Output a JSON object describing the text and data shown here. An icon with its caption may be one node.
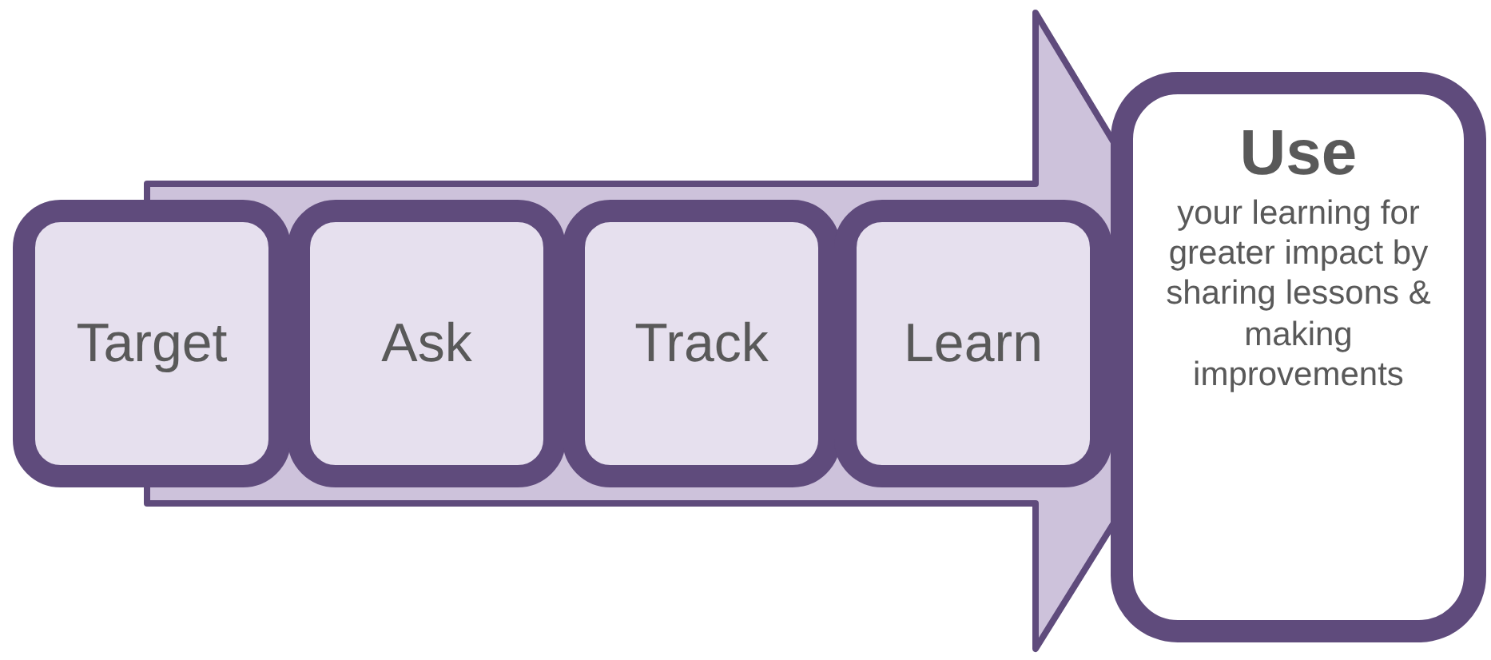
{
  "diagram": {
    "nodes": [
      {
        "text": [
          "Target"
        ]
      },
      {
        "text": [
          "Ask"
        ]
      },
      {
        "text": [
          "Track"
        ]
      },
      {
        "text": [
          "Learn"
        ]
      },
      {
        "text": [
          "Use",
          "your learning for greater impact by sharing lessons & making improvements"
        ]
      }
    ],
    "edges": [
      {
        "from": 0,
        "to": 4,
        "arrow": "to"
      }
    ]
  }
}
